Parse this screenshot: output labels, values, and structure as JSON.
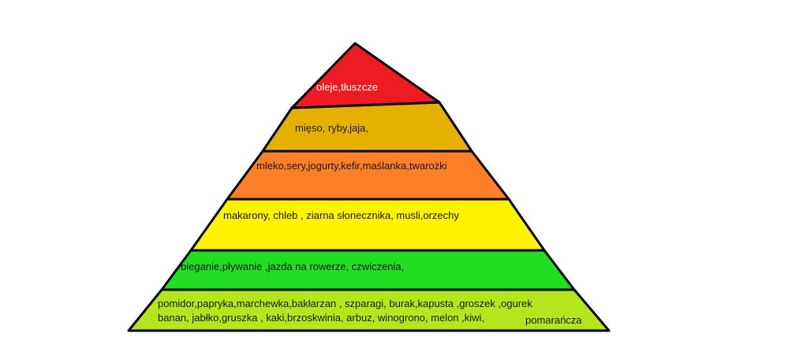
{
  "pyramid": {
    "levels": [
      {
        "label": "oleje,tłuszcze",
        "color": "#ed1c24"
      },
      {
        "label": "mięso, ryby,jaja,",
        "color": "#e6b000"
      },
      {
        "label": "mleko,sery,jogurty,kefir,maślanka,twarożki",
        "color": "#ff7f27"
      },
      {
        "label": "makarony, chleb , ziarna słonecznika, musli,orzechy",
        "color": "#fff200"
      },
      {
        "label": "bieganie,pływanie ,jazda na rowerze, czwiczenia,",
        "color": "#22dd22"
      },
      {
        "label_line1": "pomidor,papryka,marchewka,bakłarzan , szparagi,  burak,kapusta ,groszek ,ogurek",
        "label_line2": "banan, jabłko,gruszka , kaki,brzoskwinia, arbuz, winogrono, melon ,kiwi,",
        "label_line2_end": "pomarańcza",
        "color": "#b5e61d"
      }
    ]
  }
}
